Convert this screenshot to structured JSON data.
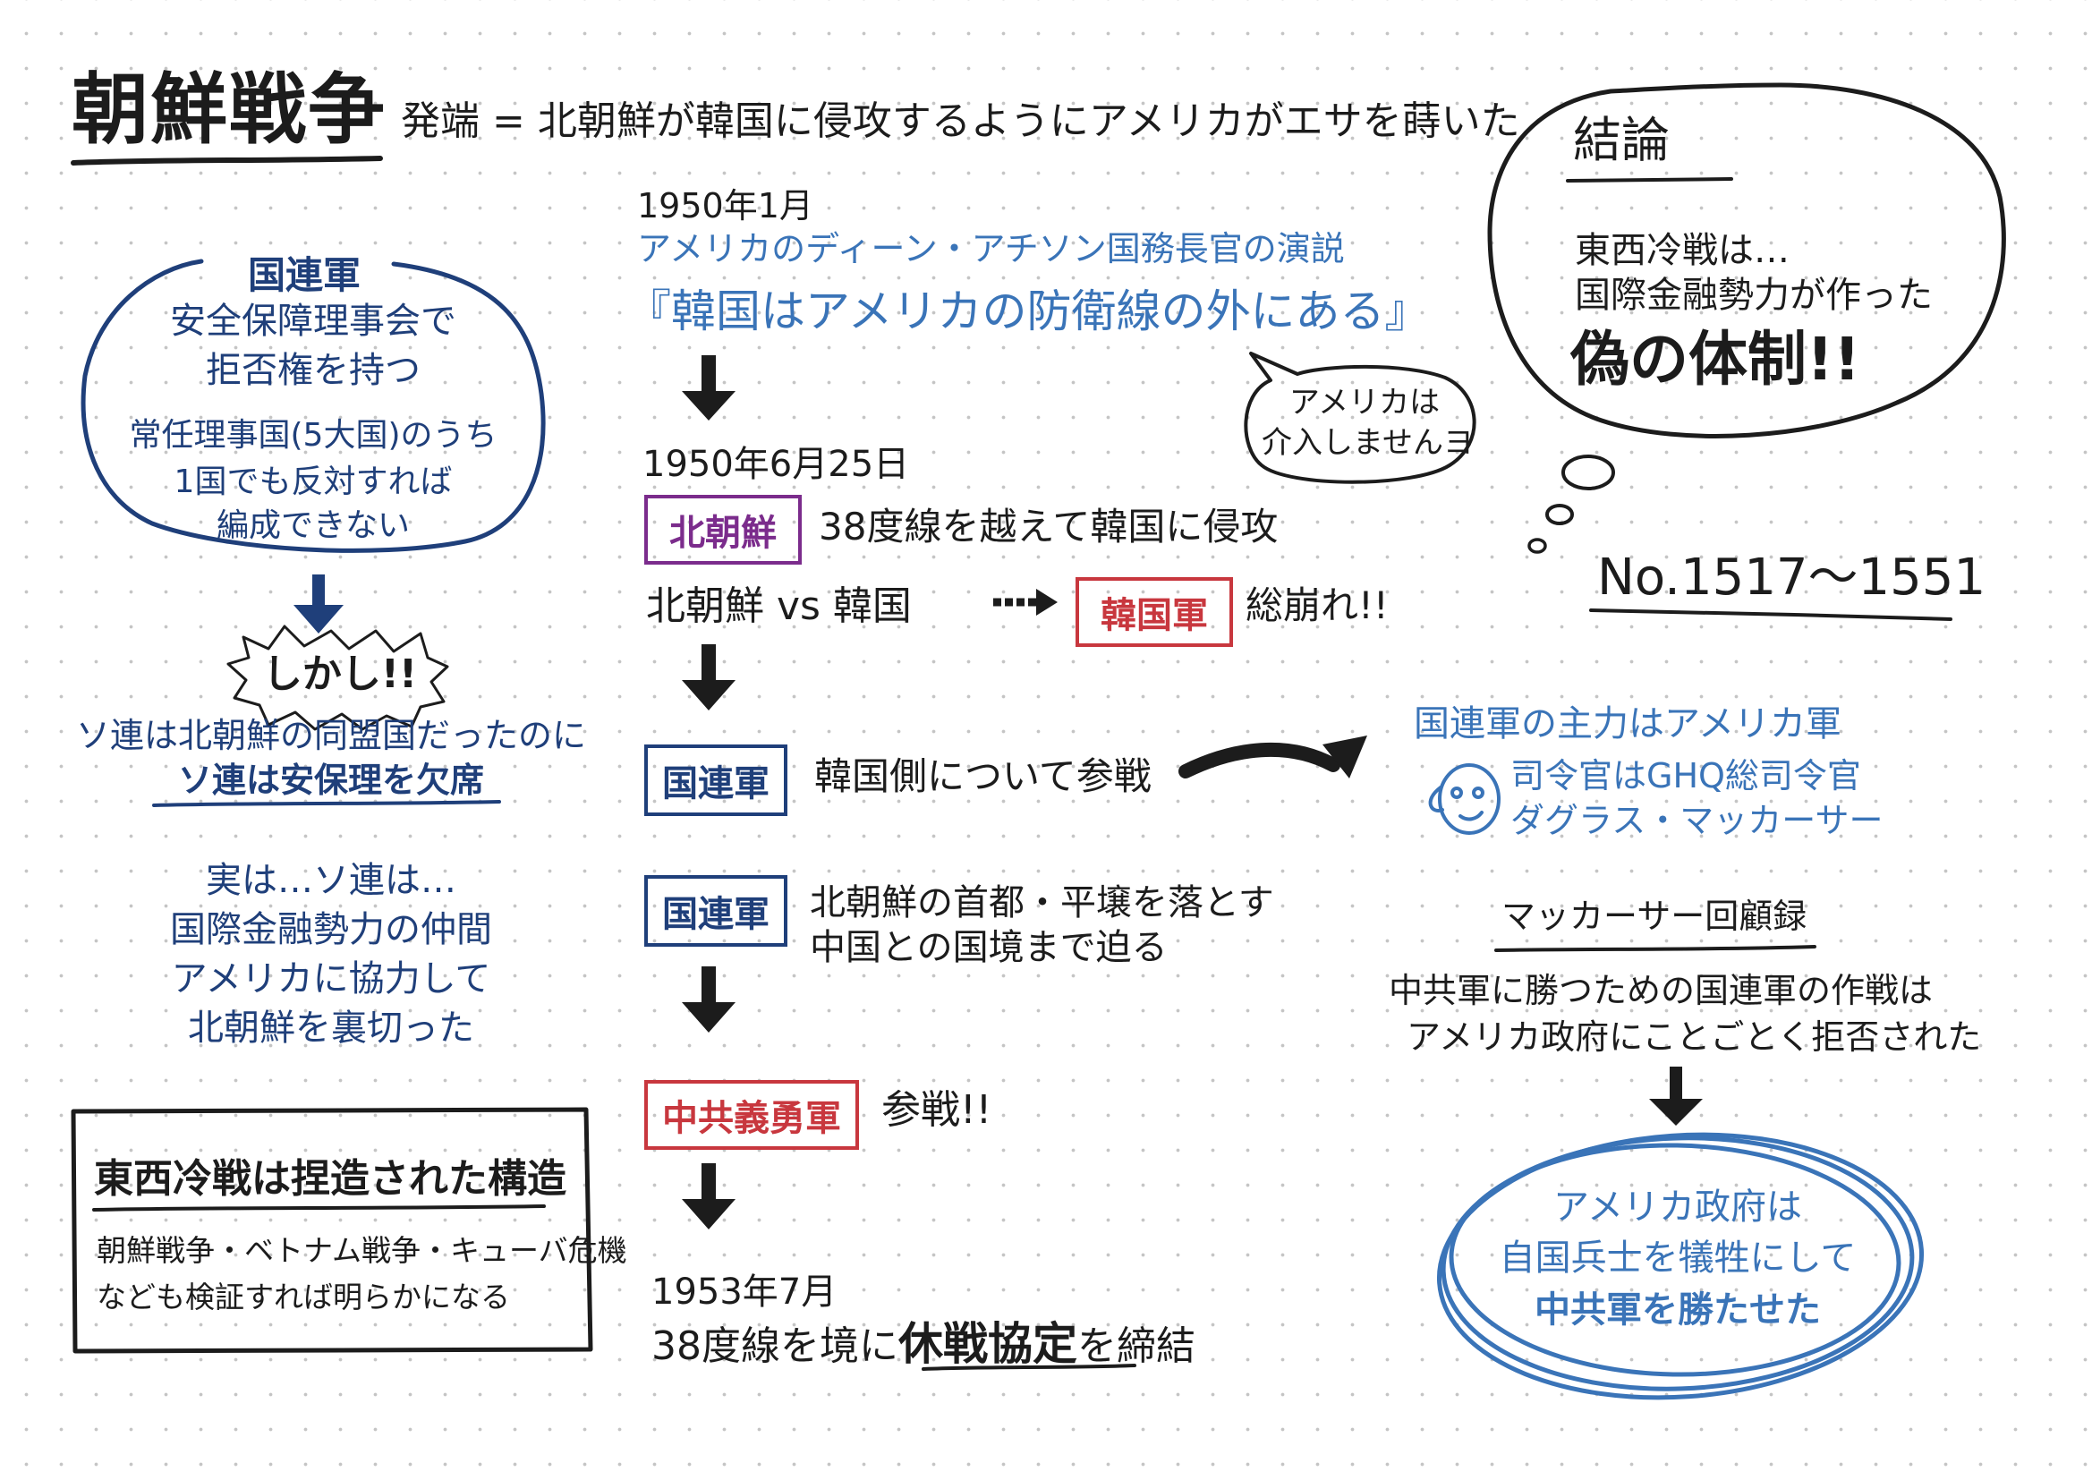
{
  "colors": {
    "ink": "#1c1c1c",
    "navy": "#1f3f7a",
    "light_blue": "#3a74b8",
    "purple": "#7b2c8c",
    "red": "#c8373e"
  },
  "header": {
    "title": "朝鮮戦争",
    "subtitle": "発端 = 北朝鮮が韓国に侵攻するようにアメリカがエサを蒔いた"
  },
  "left": {
    "un_bubble": {
      "title": "国連軍",
      "lines": [
        "安全保障理事会で",
        "拒否権を持つ",
        "常任理事国(5大国)のうち",
        "1国でも反対すれば",
        "編成できない"
      ]
    },
    "however": "しかし!!",
    "soviet_lines": [
      "ソ連は北朝鮮の同盟国だったのに",
      "ソ連は安保理を欠席"
    ],
    "truth_lines": [
      "実は…ソ連は…",
      "国際金融勢力の仲間",
      "アメリカに協力して",
      "北朝鮮を裏切った"
    ],
    "box": {
      "title": "東西冷戦は捏造された構造",
      "lines": [
        "朝鮮戦争・ベトナム戦争・キューバ危機",
        "なども検証すれば明らかになる"
      ]
    }
  },
  "timeline": {
    "e1": {
      "date": "1950年1月",
      "speaker": "アメリカのディーン・アチソン国務長官の演説",
      "quote": "『韓国はアメリカの防衛線の外にある』"
    },
    "speech_bubble": [
      "アメリカは",
      "介入しませんヨ"
    ],
    "e2": {
      "date": "1950年6月25日",
      "tag": "北朝鮮",
      "text": "38度線を越えて韓国に侵攻"
    },
    "e3": {
      "left": "北朝鮮 vs 韓国",
      "tag": "韓国軍",
      "text": "総崩れ!!"
    },
    "e4": {
      "tag": "国連軍",
      "text": "韓国側について参戦"
    },
    "e5": {
      "tag": "国連軍",
      "lines": [
        "北朝鮮の首都・平壌を落とす",
        "中国との国境まで迫る"
      ]
    },
    "e6": {
      "tag": "中共義勇軍",
      "text": "参戦!!"
    },
    "e7": {
      "date": "1953年7月",
      "prefix": "38度線を境に",
      "emph": "休戦協定",
      "suffix": "を締結"
    }
  },
  "right": {
    "conclusion": {
      "title": "結論",
      "line1": "東西冷戦は…",
      "line2": "国際金融勢力が作った",
      "line3": "偽の体制!!"
    },
    "number": "No.1517〜1551",
    "un_main": {
      "line1": "国連軍の主力はアメリカ軍",
      "line2": "司令官はGHQ総司令官",
      "line3": "ダグラス・マッカーサー"
    },
    "memoir": {
      "title": "マッカーサー回顧録",
      "lines": [
        "中共軍に勝つための国連軍の作戦は",
        "アメリカ政府にことごとく拒否された"
      ]
    },
    "final": [
      "アメリカ政府は",
      "自国兵士を犠牲にして",
      "中共軍を勝たせた"
    ]
  }
}
